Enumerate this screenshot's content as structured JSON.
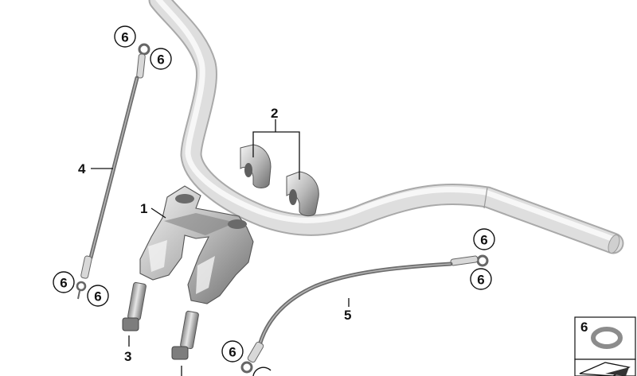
{
  "diagram": {
    "part_labels": {
      "p1": "1",
      "p2": "2",
      "p3": "3",
      "p4": "4",
      "p5": "5"
    },
    "callouts": {
      "c_top_left_a": "6",
      "c_top_left_b": "6",
      "c_bottom_left_a": "6",
      "c_bottom_left_b": "6",
      "c_right_a": "6",
      "c_right_b": "6",
      "c_bottom_mid": "6"
    },
    "legend_box": {
      "label": "6"
    }
  }
}
